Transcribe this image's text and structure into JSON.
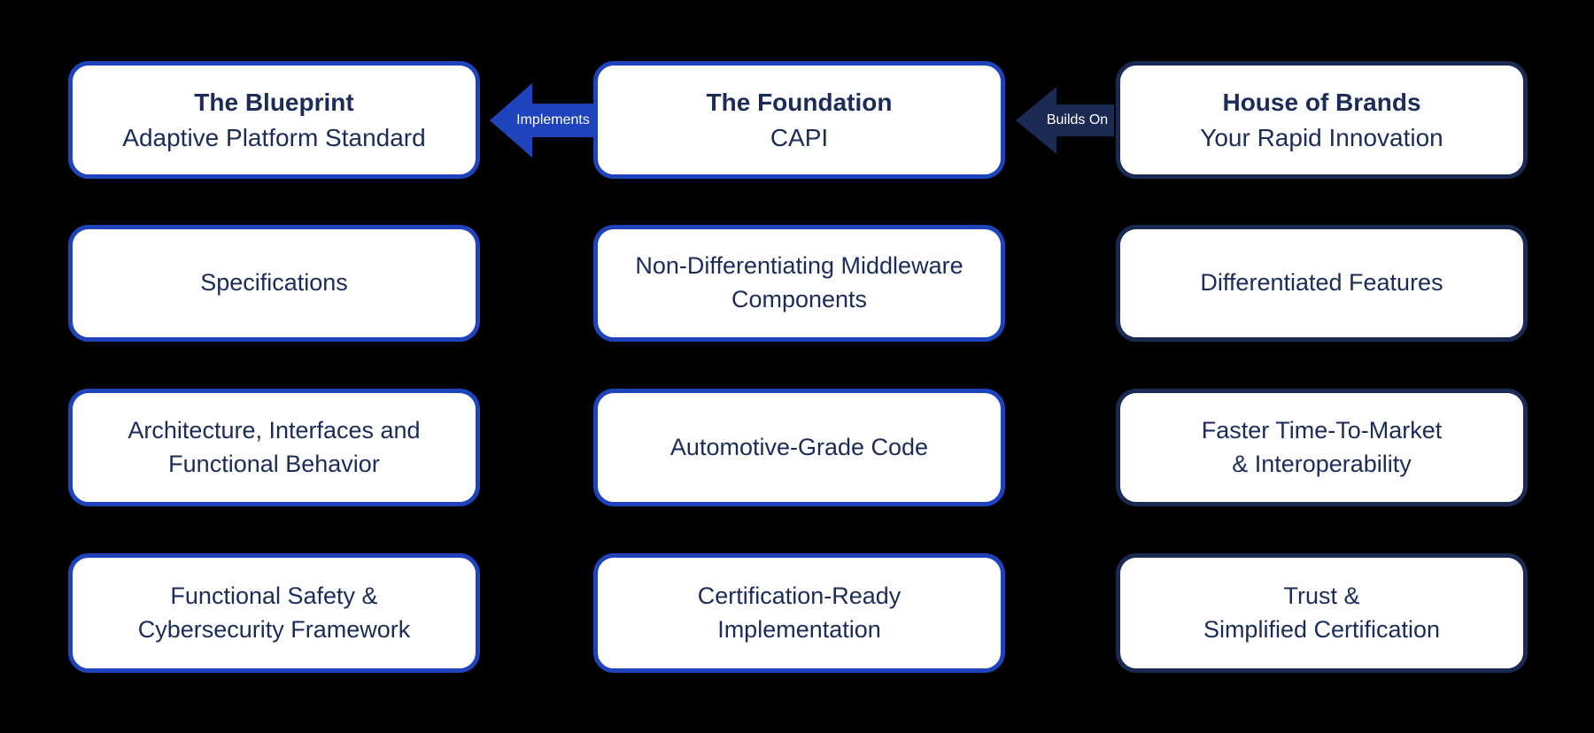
{
  "diagram": {
    "colors": {
      "royal_blue": "#1E43BC",
      "dark_navy": "#1A2A52",
      "text_navy": "#1B2C59",
      "card_fill": "#FFFFFF",
      "arrow_label": "#FFFFFF",
      "canvas_bg": "#000000"
    },
    "columns": [
      {
        "name": "blueprint",
        "header": {
          "title": "The Blueprint",
          "subtitle": "Adaptive Platform Standard"
        },
        "cards": [
          {
            "lines": [
              "Specifications"
            ]
          },
          {
            "lines": [
              "Architecture, Interfaces and",
              "Functional Behavior"
            ]
          },
          {
            "lines": [
              "Functional Safety &",
              "Cybersecurity Framework"
            ]
          }
        ]
      },
      {
        "name": "foundation",
        "header": {
          "title": "The Foundation",
          "subtitle": "CAPI"
        },
        "cards": [
          {
            "lines": [
              "Non-Differentiating Middleware",
              "Components"
            ]
          },
          {
            "lines": [
              "Automotive-Grade Code"
            ]
          },
          {
            "lines": [
              "Certification-Ready",
              "Implementation"
            ]
          }
        ]
      },
      {
        "name": "house-of-brands",
        "header": {
          "title": "House of Brands",
          "subtitle": "Your Rapid Innovation"
        },
        "cards": [
          {
            "lines": [
              "Differentiated Features"
            ]
          },
          {
            "lines": [
              "Faster Time-To-Market",
              "& Interoperability"
            ]
          },
          {
            "lines": [
              "Trust &",
              "Simplified Certification"
            ]
          }
        ]
      }
    ],
    "arrows": [
      {
        "label": "Implements"
      },
      {
        "label": "Builds On"
      }
    ]
  }
}
